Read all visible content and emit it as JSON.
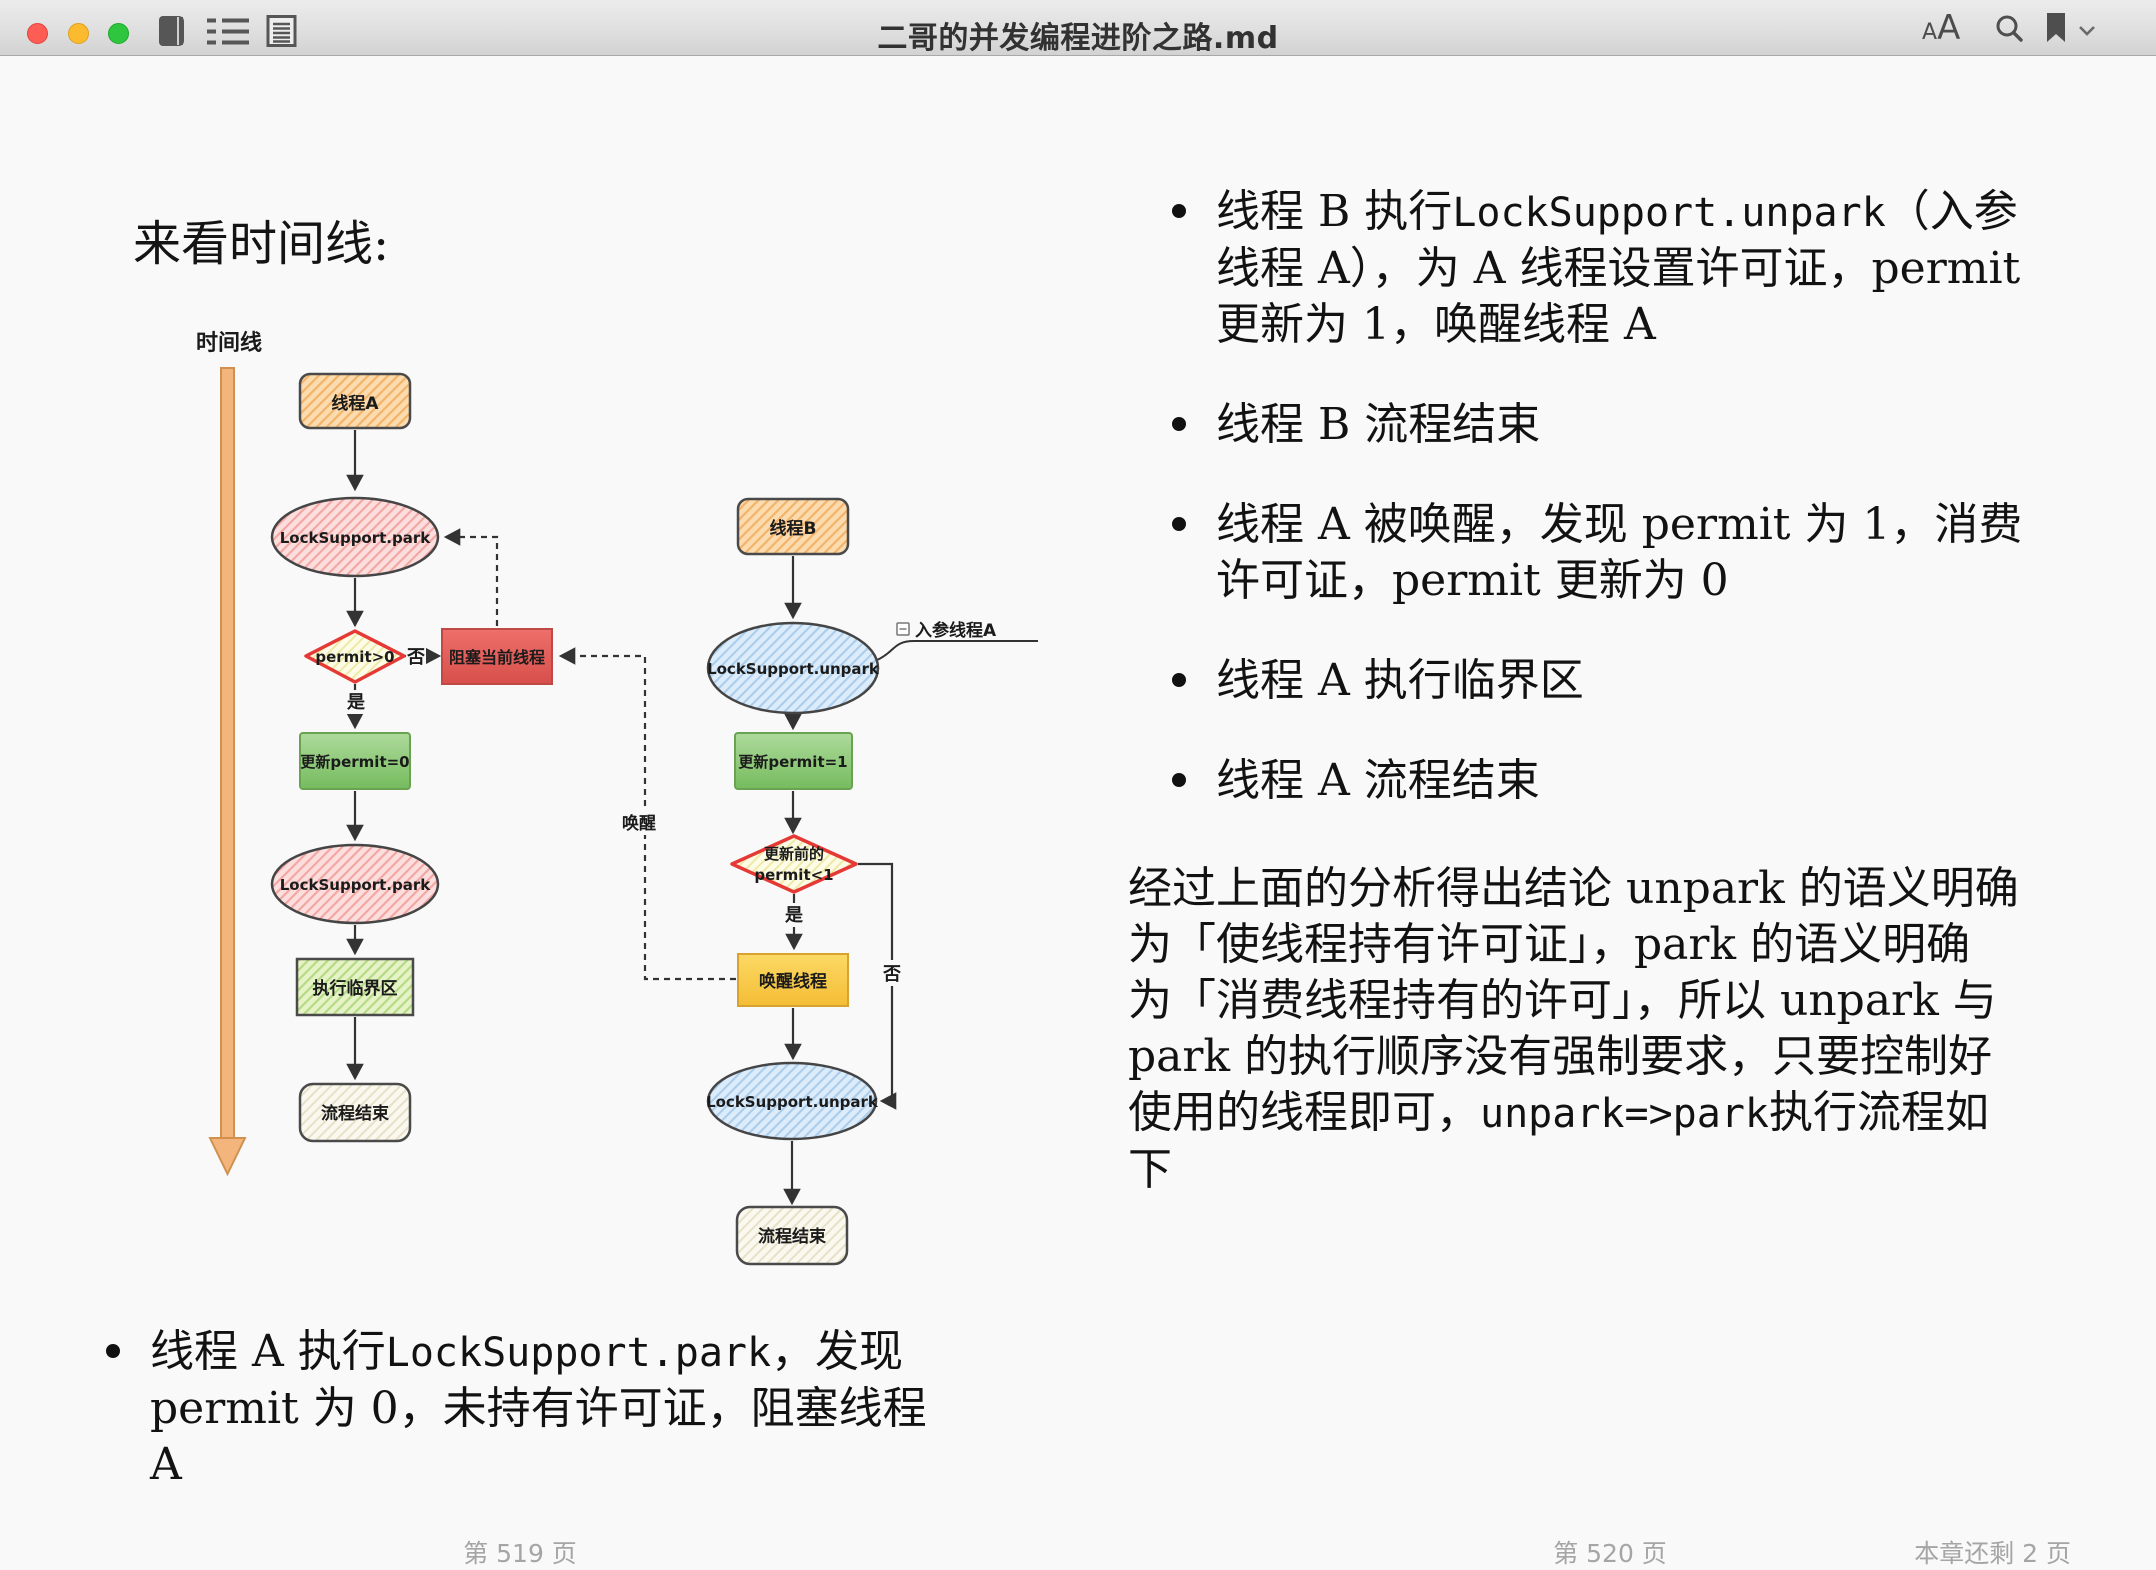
{
  "titlebar": {
    "title": "二哥的并发编程进阶之路.md",
    "font_small_a": "A",
    "font_large_a": "A"
  },
  "left_page": {
    "heading": "来看时间线:",
    "bullet": [
      {
        "t": "线程 A 执行"
      },
      {
        "t": "LockSupport.park",
        "mono": true
      },
      {
        "t": "，发现"
      },
      {
        "br": true
      },
      {
        "t": "permit 为 0，未持有许可证，阻塞线程 A"
      }
    ],
    "footer": "第 519 页"
  },
  "diagram": {
    "timeline_label": "时间线",
    "yes_label": "是",
    "no_label": "否",
    "wake_edge_label": "唤醒",
    "thread_a": {
      "title": "线程A",
      "park1": "LockSupport.park",
      "check": "permit>0",
      "block": "阻塞当前线程",
      "update": "更新permit=0",
      "park2": "LockSupport.park",
      "critical": "执行临界区",
      "end": "流程结束"
    },
    "thread_b": {
      "title": "线程B",
      "unpark1": "LockSupport.unpark",
      "param": "入参线程A",
      "update": "更新permit=1",
      "check_line1": "更新前的",
      "check_line2": "permit<1",
      "wake": "唤醒线程",
      "unpark2": "LockSupport.unpark",
      "end": "流程结束"
    },
    "colors": {
      "timeline": "#f3b57b",
      "orange_node": "#fcdcae",
      "pink_node": "#fbdedd",
      "blue_node": "#ddecfa",
      "diamond_fill": "#fdfce6",
      "diamond_border": "#e53935",
      "green_node": "#8cc878",
      "red_node": "#e4605c",
      "yellow_node": "#fbd55f",
      "cream_node": "#faf8ef"
    }
  },
  "right_page": {
    "bullets": [
      [
        {
          "t": "线程 B 执行"
        },
        {
          "t": "LockSupport.unpark",
          "mono": true
        },
        {
          "t": "（入参"
        },
        {
          "br": true
        },
        {
          "t": "线程 A），为 A 线程设置许可证，permit"
        },
        {
          "br": true
        },
        {
          "t": "更新为 1，唤醒线程 A"
        }
      ],
      [
        {
          "t": "线程 B 流程结束"
        }
      ],
      [
        {
          "t": "线程 A 被唤醒，发现 permit 为 1，消费"
        },
        {
          "br": true
        },
        {
          "t": "许可证，permit 更新为 0"
        }
      ],
      [
        {
          "t": "线程 A 执行临界区"
        }
      ],
      [
        {
          "t": "线程 A 流程结束"
        }
      ]
    ],
    "paragraph": [
      {
        "t": "经过上面的分析得出结论 unpark 的语义明确"
      },
      {
        "br": true
      },
      {
        "t": "为「使线程持有许可证」，park 的语义明确"
      },
      {
        "br": true
      },
      {
        "t": "为「消费线程持有的许可」，所以 unpark 与"
      },
      {
        "br": true
      },
      {
        "t": "park 的执行顺序没有强制要求，只要控制好"
      },
      {
        "br": true
      },
      {
        "t": "使用的线程即可，"
      },
      {
        "t": "unpark=>park",
        "mono": true
      },
      {
        "t": "执行流程如"
      },
      {
        "br": true
      },
      {
        "t": "下"
      }
    ],
    "footer_page": "第 520 页",
    "footer_remaining": "本章还剩 2 页"
  }
}
